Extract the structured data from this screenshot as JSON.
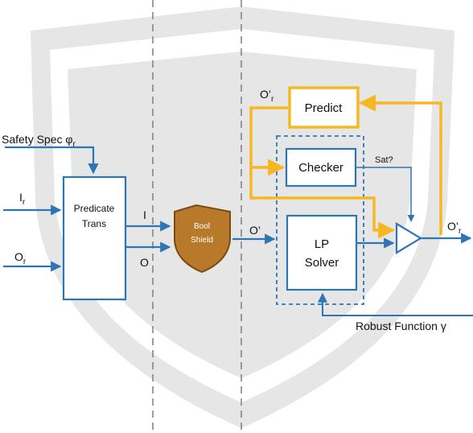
{
  "colors": {
    "blue": "#2E75B6",
    "orange": "#F5B822",
    "shield_fill": "#B87A2A",
    "shield_border": "#7A4A12",
    "watermark": "#E6E6E6",
    "divider": "#7F7F7F",
    "text": "#111111"
  },
  "inputs": {
    "safety_spec": "Safety Spec φ",
    "safety_spec_sub": "r",
    "i": "I",
    "i_sub": "r",
    "o": "O",
    "o_sub": "r"
  },
  "predicate_trans": {
    "line1": "Predicate",
    "line2": "Trans"
  },
  "trans_outputs": {
    "i": "I",
    "o": "O"
  },
  "bool_shield": {
    "line1": "Bool",
    "line2": "Shield",
    "output": "O’"
  },
  "predict": {
    "label": "Predict",
    "output": "O’",
    "output_sub": "r"
  },
  "checker": {
    "label": "Checker",
    "output": "Sat?"
  },
  "lp_solver": {
    "line1": "LP",
    "line2": "Solver"
  },
  "final_output": {
    "label": "O’",
    "sub": "r"
  },
  "robust_function": "Robust Function γ"
}
